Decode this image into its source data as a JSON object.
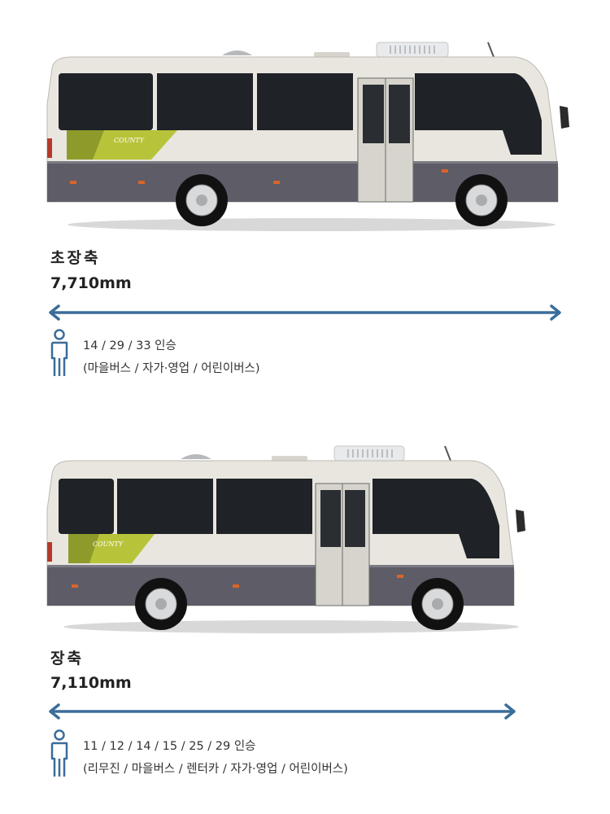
{
  "variants": [
    {
      "name": "초장축",
      "length": "7,710mm",
      "seats": "14 / 29 / 33 인승",
      "uses": "(마을버스 / 자가·영업 / 어린이버스)",
      "badge": "COUNTY"
    },
    {
      "name": "장축",
      "length": "7,110mm",
      "seats": "11 / 12 / 14 / 15 / 25 / 29 인승",
      "uses": "(리무진 / 마을버스 / 렌터카 / 자가·영업 / 어린이버스)",
      "badge": "COUNTY"
    }
  ],
  "colors": {
    "arrow": "#3a6d9a",
    "person_icon": "#3a6d9a",
    "bus_body": "#e8e6df",
    "bus_skirt": "#5e5c66",
    "window": "#1f2226",
    "decal": "#b7c43a"
  }
}
